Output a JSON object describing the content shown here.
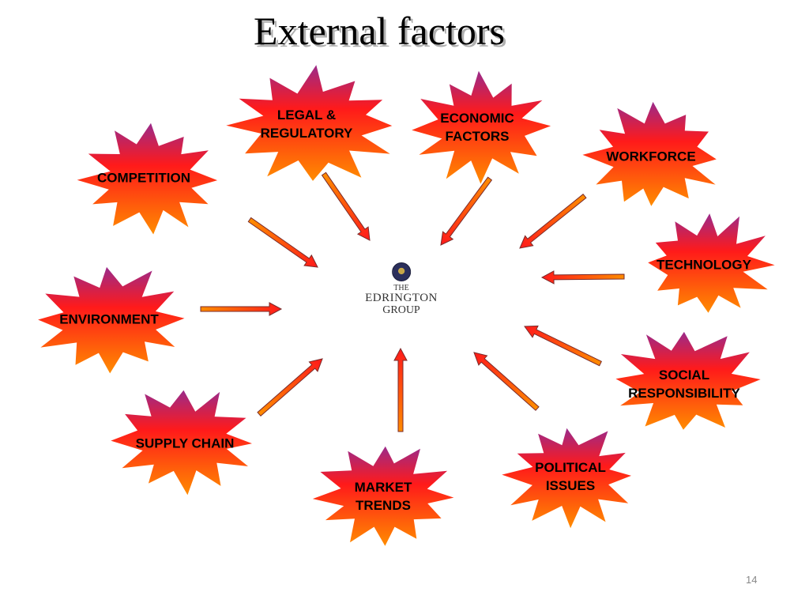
{
  "title": "External factors",
  "center": {
    "the": "THE",
    "name": "EDRINGTON",
    "group": "GROUP"
  },
  "factors": [
    {
      "id": "legal-regulatory",
      "lines": [
        "LEGAL &",
        "REGULATORY"
      ]
    },
    {
      "id": "economic-factors",
      "lines": [
        "ECONOMIC",
        "FACTORS"
      ]
    },
    {
      "id": "workforce",
      "lines": [
        "WORKFORCE"
      ]
    },
    {
      "id": "competition",
      "lines": [
        "COMPETITION"
      ]
    },
    {
      "id": "technology",
      "lines": [
        "TECHNOLOGY"
      ]
    },
    {
      "id": "environment",
      "lines": [
        "ENVIRONMENT"
      ]
    },
    {
      "id": "social-responsibility",
      "lines": [
        "SOCIAL",
        "RESPONSIBILITY"
      ]
    },
    {
      "id": "supply-chain",
      "lines": [
        "SUPPLY CHAIN"
      ]
    },
    {
      "id": "market-trends",
      "lines": [
        "MARKET",
        "TRENDS"
      ]
    },
    {
      "id": "political-issues",
      "lines": [
        "POLITICAL",
        "ISSUES"
      ]
    }
  ],
  "colors": {
    "burst_top": "#9b2a8a",
    "burst_mid": "#ff1a1a",
    "burst_bottom": "#ff8c00",
    "arrow_outline": "#7a2a2a"
  },
  "page_number": "14"
}
